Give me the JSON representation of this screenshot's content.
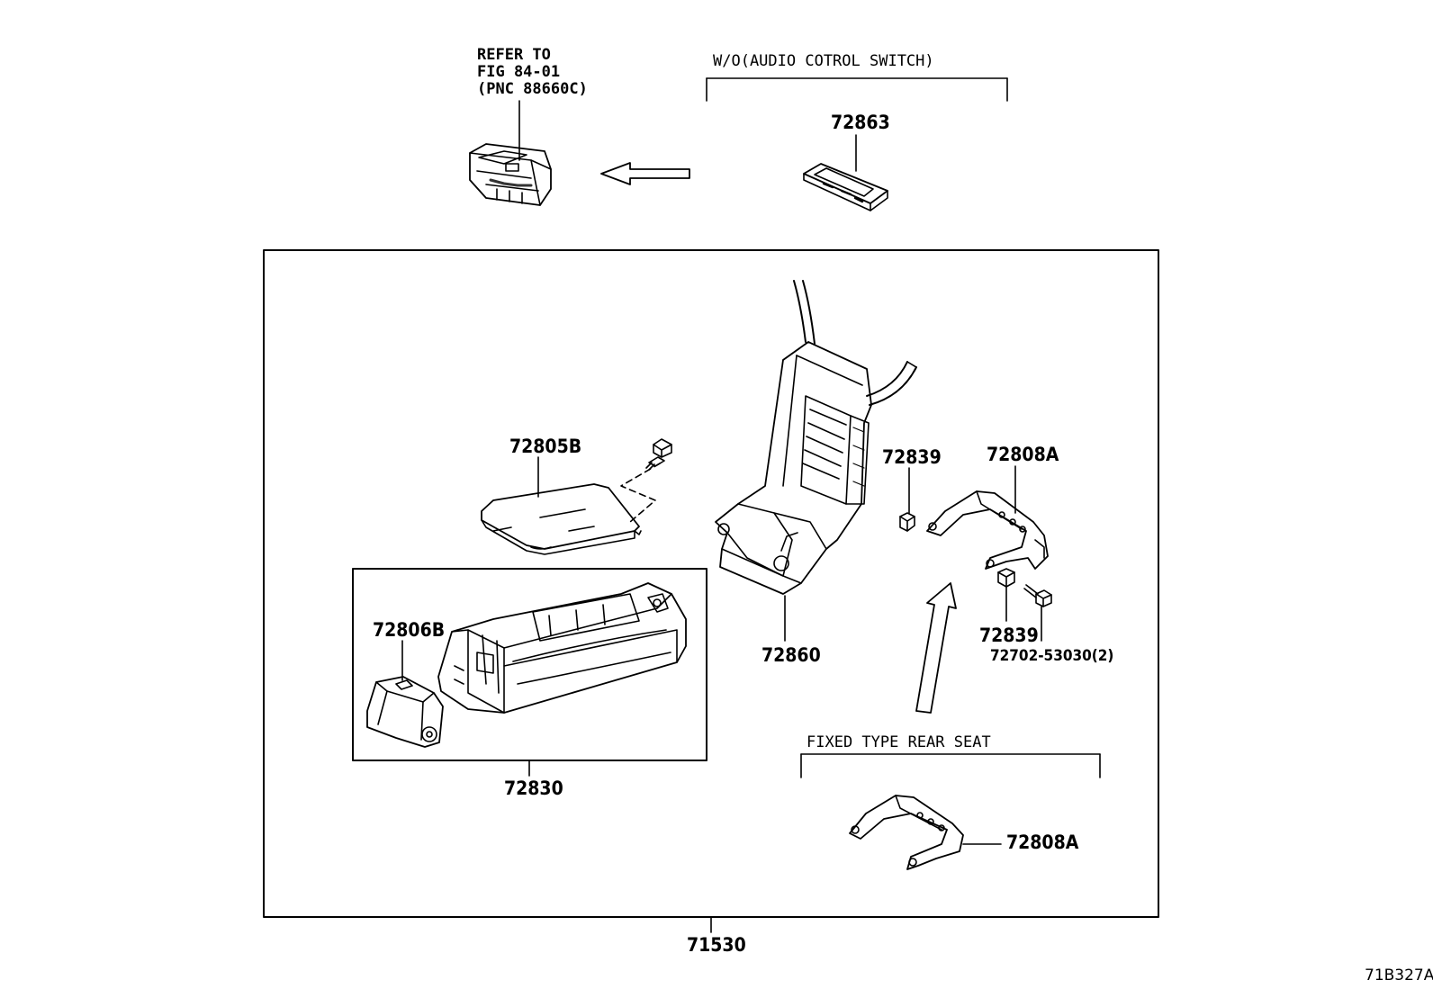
{
  "refer_note": {
    "line1": "REFER TO",
    "line2": "FIG 84-01",
    "line3": "(PNC 88660C)"
  },
  "variant_audio": "W/O(AUDIO COTROL SWITCH)",
  "variant_seat": "FIXED TYPE REAR SEAT",
  "figure_code": "71B327A",
  "parts": {
    "p72863": "72863",
    "p72805b": "72805B",
    "p72839_upper": "72839",
    "p72808a_upper": "72808A",
    "p72806b": "72806B",
    "p72860": "72860",
    "p72839_lower": "72839",
    "p72702": "72702-53030(2)",
    "p72830": "72830",
    "p72808a_lower": "72808A",
    "p71530": "71530"
  }
}
